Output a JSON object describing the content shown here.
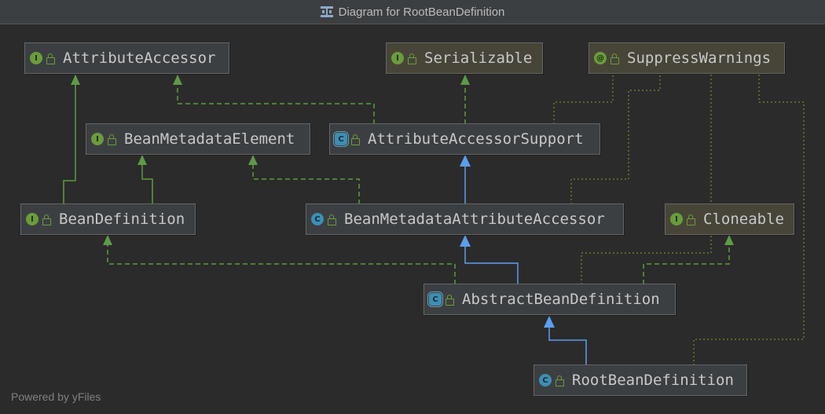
{
  "window": {
    "title": "Diagram for RootBeanDefinition"
  },
  "nodes": {
    "attribute_accessor": {
      "label": "AttributeAccessor",
      "kind": "interface",
      "badge": "I"
    },
    "serializable": {
      "label": "Serializable",
      "kind": "interface",
      "badge": "I"
    },
    "suppress_warnings": {
      "label": "SuppressWarnings",
      "kind": "annotation",
      "badge": "@"
    },
    "bean_metadata_element": {
      "label": "BeanMetadataElement",
      "kind": "interface",
      "badge": "I"
    },
    "attribute_accessor_support": {
      "label": "AttributeAccessorSupport",
      "kind": "abstract-class",
      "badge": "C"
    },
    "bean_definition": {
      "label": "BeanDefinition",
      "kind": "interface",
      "badge": "I"
    },
    "bean_metadata_attribute_accessor": {
      "label": "BeanMetadataAttributeAccessor",
      "kind": "class",
      "badge": "C"
    },
    "cloneable": {
      "label": "Cloneable",
      "kind": "interface",
      "badge": "I"
    },
    "abstract_bean_definition": {
      "label": "AbstractBeanDefinition",
      "kind": "abstract-class",
      "badge": "C"
    },
    "root_bean_definition": {
      "label": "RootBeanDefinition",
      "kind": "class",
      "badge": "C"
    }
  },
  "footer": {
    "powered_by": "Powered by yFiles"
  },
  "colors": {
    "background": "#2b2b2b",
    "implements_edge": "#5e9a45",
    "extends_edge": "#5a9ef0",
    "annotation_edge": "#6f8d35",
    "interface_badge": "#6a9c3c",
    "class_badge": "#3d8fb3"
  }
}
